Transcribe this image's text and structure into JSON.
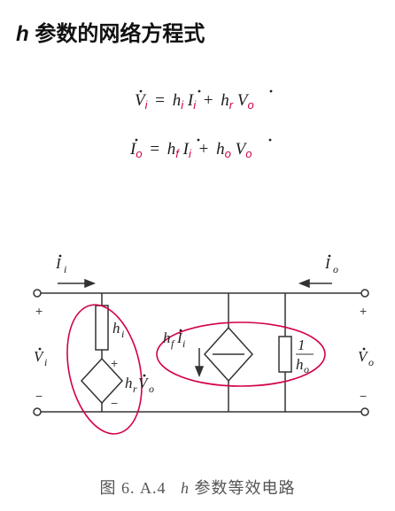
{
  "title": {
    "var": "h",
    "text": "参数的网络方程式"
  },
  "equations": [
    {
      "lhs": "V",
      "lhs_sub": "i",
      "eq": "=",
      "t1": "h",
      "t1_sub": "i",
      "t1b": "I",
      "t1b_sub": "i",
      "plus": "+",
      "t2": "h",
      "t2_sub": "r",
      "t2b": "V",
      "t2b_sub": "o"
    },
    {
      "lhs": "I",
      "lhs_sub": "o",
      "eq": "=",
      "t1": "h",
      "t1_sub": "f",
      "t1b": "I",
      "t1b_sub": "i",
      "plus": "+",
      "t2": "h",
      "t2_sub": "o",
      "t2b": "V",
      "t2b_sub": "o"
    }
  ],
  "circuit": {
    "input_current": "I",
    "input_current_sub": "i",
    "output_current": "I",
    "output_current_sub": "o",
    "input_voltage": "V",
    "input_voltage_sub": "i",
    "output_voltage": "V",
    "output_voltage_sub": "o",
    "hi": "h",
    "hi_sub": "i",
    "hr_v": "h",
    "hr_sub": "r",
    "hr_v2": "V",
    "hr_v2_sub": "o",
    "hf_i": "h",
    "hf_sub": "f",
    "hf_i2": "I",
    "hf_i2_sub": "i",
    "ho_num": "1",
    "ho_den": "h",
    "ho_den_sub": "o",
    "plus": "+",
    "minus": "−"
  },
  "caption": {
    "prefix": "图 6. A.4",
    "var": "h",
    "text": "参数等效电路"
  },
  "colors": {
    "annotation": "#d4004a",
    "line": "#333333"
  }
}
